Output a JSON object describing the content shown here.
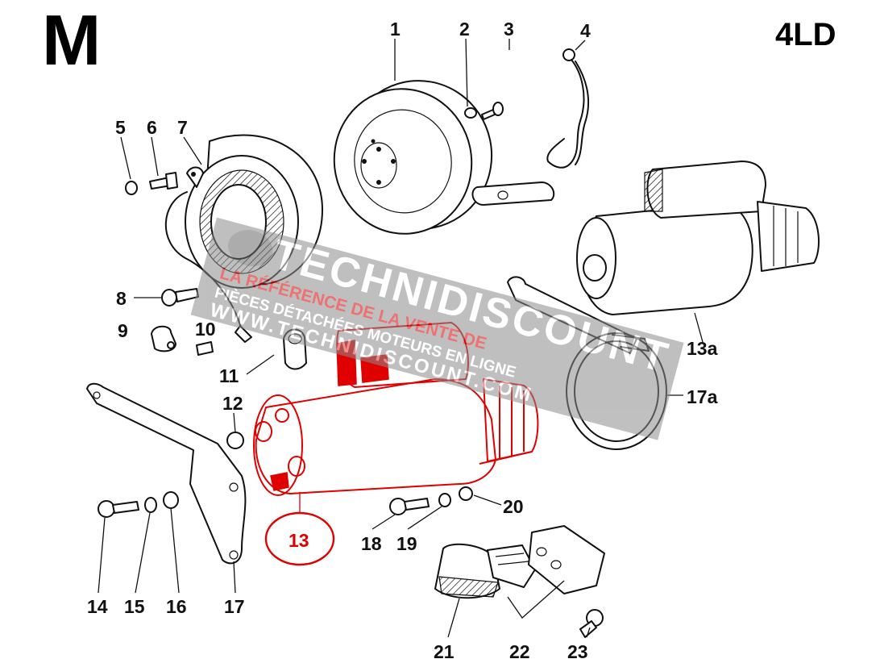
{
  "section_letter": "M",
  "engine_code": "4LD",
  "watermark": {
    "brand": "TECHNIDISCOUNT",
    "line1": "LA RÉFÉRENCE DE LA VENTE DE",
    "line2": "PIÈCES DÉTACHÉES MOTEURS EN LIGNE",
    "url": "WWW.TECHNIDISCOUNT.COM"
  },
  "callouts": {
    "c1": "1",
    "c2": "2",
    "c3": "3",
    "c4": "4",
    "c5": "5",
    "c6": "6",
    "c7": "7",
    "c8": "8",
    "c9": "9",
    "c10": "10",
    "c11": "11",
    "c12": "12",
    "c13": "13",
    "c13a": "13a",
    "c14": "14",
    "c15": "15",
    "c16": "16",
    "c17": "17",
    "c17a": "17a",
    "c18": "18",
    "c19": "19",
    "c20": "20",
    "c21": "21",
    "c22": "22",
    "c23": "23"
  },
  "highlighted_part": "13",
  "colors": {
    "highlight": "#e00000",
    "ink": "#111111",
    "watermark": "#9a9a9a"
  },
  "icons": [
    "flywheel",
    "stator",
    "starter-motor",
    "voltage-regulator",
    "bracket",
    "bolt",
    "nut",
    "washer",
    "clamp-band"
  ]
}
